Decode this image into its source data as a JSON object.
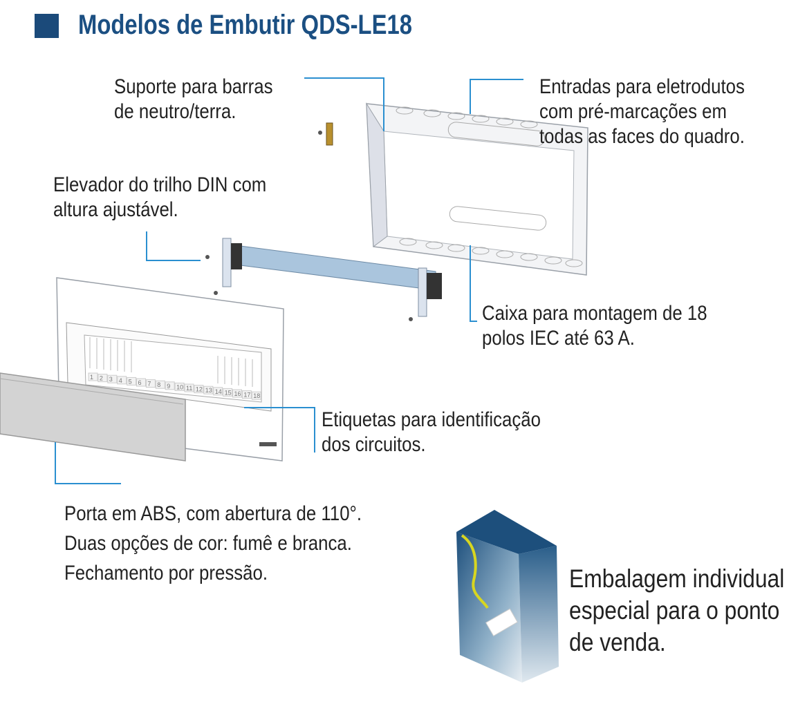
{
  "title": "Modelos de Embutir QDS-LE18",
  "colors": {
    "title": "#1b4f82",
    "leader": "#2a8fd0",
    "square": "#1b4a7a"
  },
  "callouts": {
    "support": [
      "Suporte para barras",
      "de neutro/terra."
    ],
    "inlets": [
      "Entradas para eletrodutos",
      "com pré-marcações em",
      "todas as faces do quadro."
    ],
    "elevator": [
      "Elevador do trilho DIN com",
      "altura ajustável."
    ],
    "box": [
      "Caixa para montagem de 18",
      "polos IEC até 63 A."
    ],
    "labels": [
      "Etiquetas para identificação",
      "dos circuitos."
    ],
    "door": [
      "Porta em ABS, com abertura de 110°.",
      "Duas opções de cor: fumê e branca.",
      "Fechamento por pressão."
    ],
    "package": [
      "Embalagem individual",
      "especial para o ponto",
      "de venda."
    ]
  },
  "circuit_numbers": [
    "1",
    "2",
    "3",
    "4",
    "5",
    "6",
    "7",
    "8",
    "9",
    "10",
    "11",
    "12",
    "13",
    "14",
    "15",
    "16",
    "17",
    "18"
  ]
}
